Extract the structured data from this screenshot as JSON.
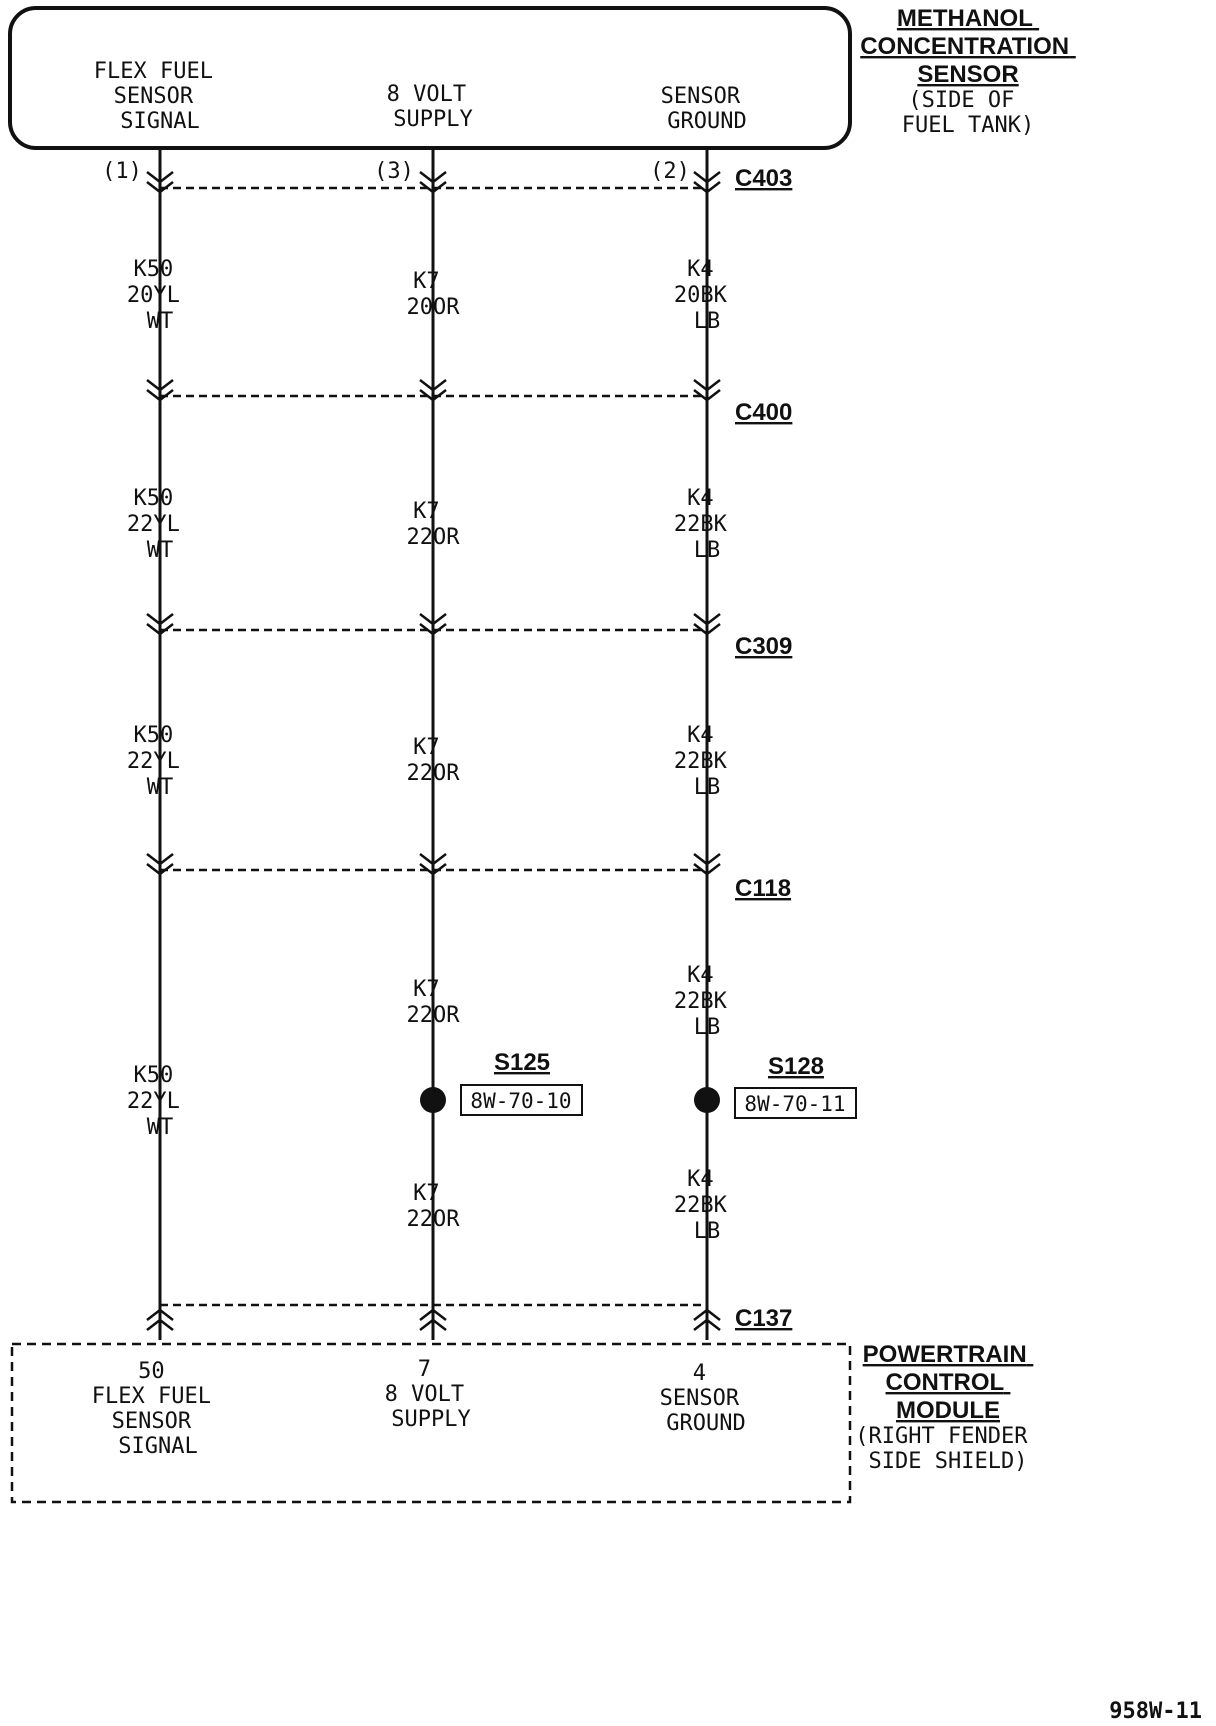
{
  "sensor": {
    "title": [
      "METHANOL",
      "CONCENTRATION",
      "SENSOR"
    ],
    "location": [
      "(SIDE OF",
      "FUEL TANK)"
    ],
    "pins": [
      {
        "number": "(1)",
        "label": [
          "FLEX FUEL",
          "SENSOR",
          "SIGNAL"
        ]
      },
      {
        "number": "(3)",
        "label": [
          "8 VOLT",
          "SUPPLY"
        ]
      },
      {
        "number": "(2)",
        "label": [
          "SENSOR",
          "GROUND"
        ]
      }
    ]
  },
  "connectors": [
    "C403",
    "C400",
    "C309",
    "C118",
    "C137"
  ],
  "wires": [
    {
      "name": "flex-fuel-signal",
      "segments": [
        [
          "K50",
          "20YL",
          "WT"
        ],
        [
          "K50",
          "22YL",
          "WT"
        ],
        [
          "K50",
          "22YL",
          "WT"
        ],
        [
          "K50",
          "22YL",
          "WT"
        ]
      ]
    },
    {
      "name": "8-volt-supply",
      "segments": [
        [
          "K7",
          "20OR"
        ],
        [
          "K7",
          "22OR"
        ],
        [
          "K7",
          "22OR"
        ],
        [
          "K7",
          "22OR"
        ],
        [
          "K7",
          "22OR"
        ]
      ],
      "splice": {
        "id": "S125",
        "ref": "8W-70-10"
      }
    },
    {
      "name": "sensor-ground",
      "segments": [
        [
          "K4",
          "20BK",
          "LB"
        ],
        [
          "K4",
          "22BK",
          "LB"
        ],
        [
          "K4",
          "22BK",
          "LB"
        ],
        [
          "K4",
          "22BK",
          "LB"
        ],
        [
          "K4",
          "22BK",
          "LB"
        ]
      ],
      "splice": {
        "id": "S128",
        "ref": "8W-70-11"
      }
    }
  ],
  "module": {
    "title": [
      "POWERTRAIN",
      "CONTROL",
      "MODULE"
    ],
    "location": [
      "(RIGHT FENDER",
      "SIDE SHIELD)"
    ],
    "pins": [
      {
        "number": "50",
        "label": [
          "FLEX FUEL",
          "SENSOR",
          "SIGNAL"
        ]
      },
      {
        "number": "7",
        "label": [
          "8 VOLT",
          "SUPPLY"
        ]
      },
      {
        "number": "4",
        "label": [
          "SENSOR",
          "GROUND"
        ]
      }
    ]
  },
  "figure_id": "958W-11"
}
